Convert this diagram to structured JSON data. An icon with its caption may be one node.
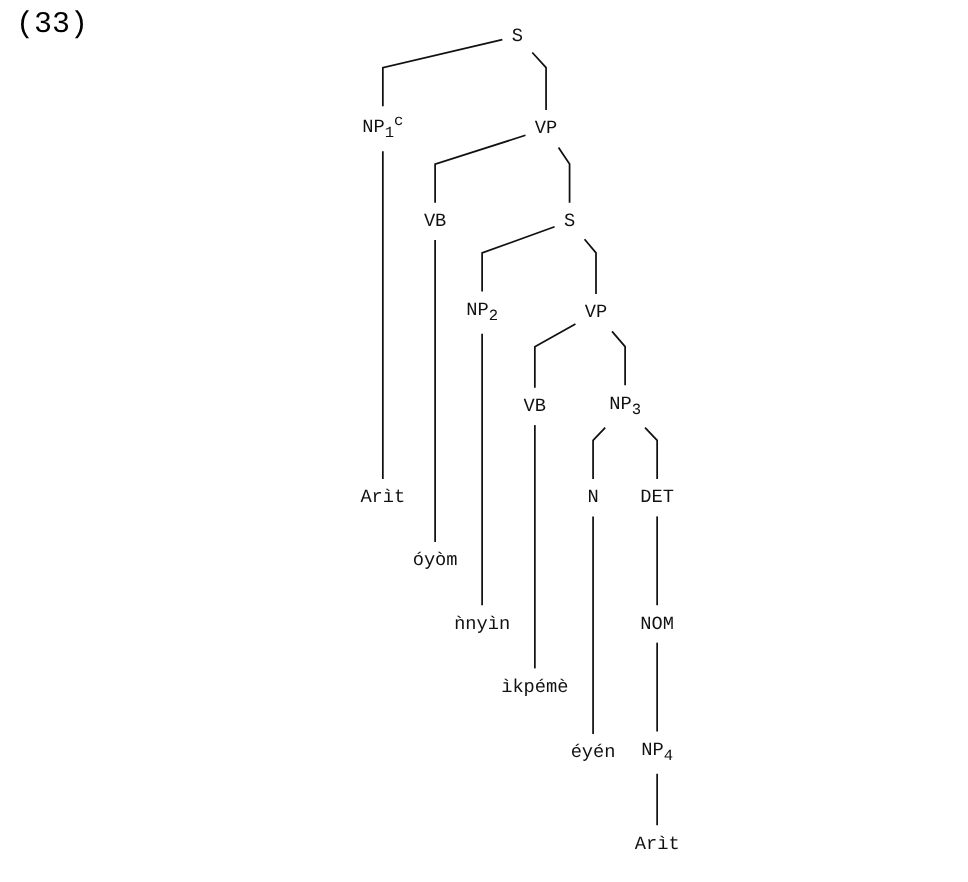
{
  "diagram": {
    "nodes": [
      {
        "text": [
          "S"
        ]
      },
      {
        "text": [
          "NP$_{1}$$^{c}$"
        ]
      },
      {
        "text": [
          "VP"
        ]
      },
      {
        "text": [
          "VB"
        ]
      },
      {
        "text": [
          "S"
        ]
      },
      {
        "text": [
          "NP$_{2}$"
        ]
      },
      {
        "text": [
          "VP"
        ]
      },
      {
        "text": [
          "VB"
        ]
      },
      {
        "text": [
          "NP$_{3}$"
        ]
      },
      {
        "text": [
          "N"
        ]
      },
      {
        "text": [
          "DET"
        ]
      },
      {
        "text": [
          "NOM"
        ]
      },
      {
        "text": [
          "NP$_{4}$"
        ]
      },
      {
        "text": [
          "Arìt"
        ]
      },
      {
        "text": [
          "óyòm"
        ]
      },
      {
        "text": [
          "ǹnyìn"
        ]
      },
      {
        "text": [
          "ìkpémè"
        ]
      },
      {
        "text": [
          "éyén"
        ]
      },
      {
        "text": [
          "Arìt"
        ]
      }
    ],
    "edges": [
      {
        "from": 0,
        "to": 1,
        "arrow": "none"
      },
      {
        "from": 0,
        "to": 2,
        "arrow": "none"
      },
      {
        "from": 1,
        "to": 13,
        "arrow": "none"
      },
      {
        "from": 2,
        "to": 3,
        "arrow": "none"
      },
      {
        "from": 2,
        "to": 4,
        "arrow": "none"
      },
      {
        "from": 3,
        "to": 14,
        "arrow": "none"
      },
      {
        "from": 4,
        "to": 5,
        "arrow": "none"
      },
      {
        "from": 4,
        "to": 6,
        "arrow": "none"
      },
      {
        "from": 5,
        "to": 15,
        "arrow": "none"
      },
      {
        "from": 6,
        "to": 7,
        "arrow": "none"
      },
      {
        "from": 6,
        "to": 8,
        "arrow": "none"
      },
      {
        "from": 7,
        "to": 16,
        "arrow": "none"
      },
      {
        "from": 8,
        "to": 9,
        "arrow": "none"
      },
      {
        "from": 8,
        "to": 10,
        "arrow": "none"
      },
      {
        "from": 9,
        "to": 17,
        "arrow": "none"
      },
      {
        "from": 10,
        "to": 11,
        "arrow": "none"
      },
      {
        "from": 11,
        "to": 12,
        "arrow": "none"
      },
      {
        "from": 12,
        "to": 18,
        "arrow": "none"
      }
    ],
    "labels": [
      "(33)"
    ]
  }
}
